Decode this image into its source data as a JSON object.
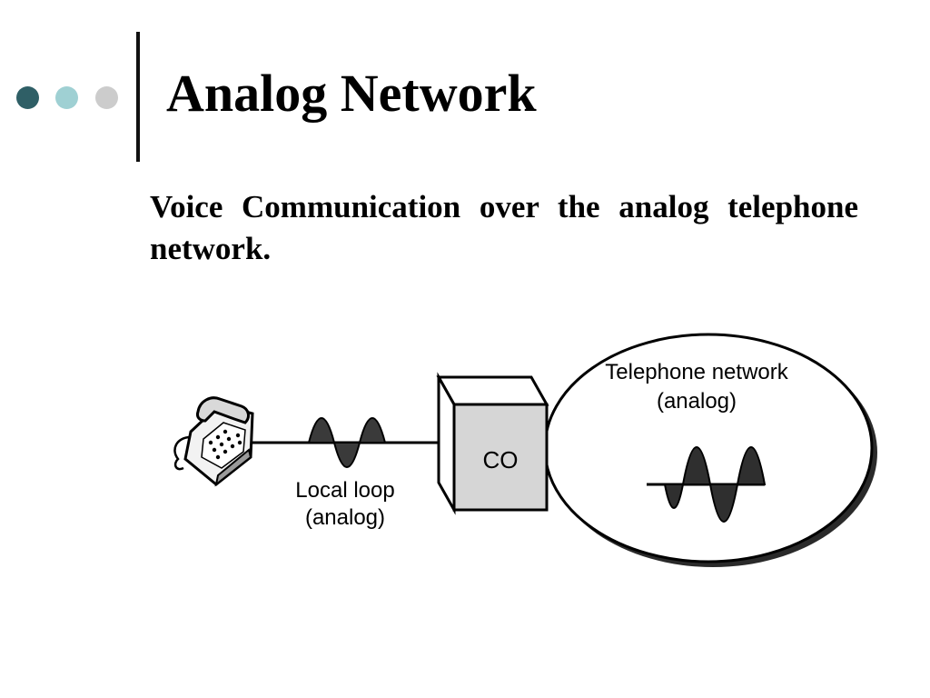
{
  "slide": {
    "title": "Analog Network",
    "body": "Voice Communication over the analog telephone network.",
    "bullet_colors": [
      "#2f5f66",
      "#9fd0d3",
      "#cccccc"
    ]
  },
  "diagram": {
    "phone_icon": "telephone-icon",
    "local_loop_line1": "Local loop",
    "local_loop_line2": "(analog)",
    "co_label": "CO",
    "network_line1": "Telephone network",
    "network_line2": "(analog)"
  }
}
